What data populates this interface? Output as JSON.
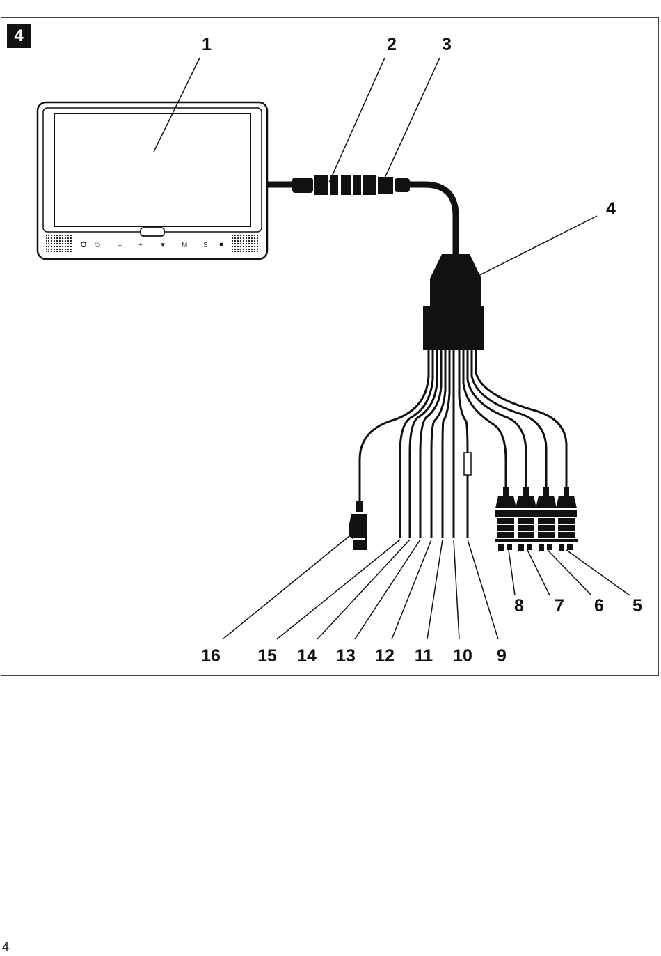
{
  "figure": {
    "badge": "4",
    "callouts": [
      "1",
      "2",
      "3",
      "4",
      "5",
      "6",
      "7",
      "8",
      "9",
      "10",
      "11",
      "12",
      "13",
      "14",
      "15",
      "16"
    ],
    "monitor_controls": [
      "⏻",
      "–",
      "+",
      "▼",
      "M",
      "S"
    ]
  },
  "page": {
    "number": "4"
  }
}
